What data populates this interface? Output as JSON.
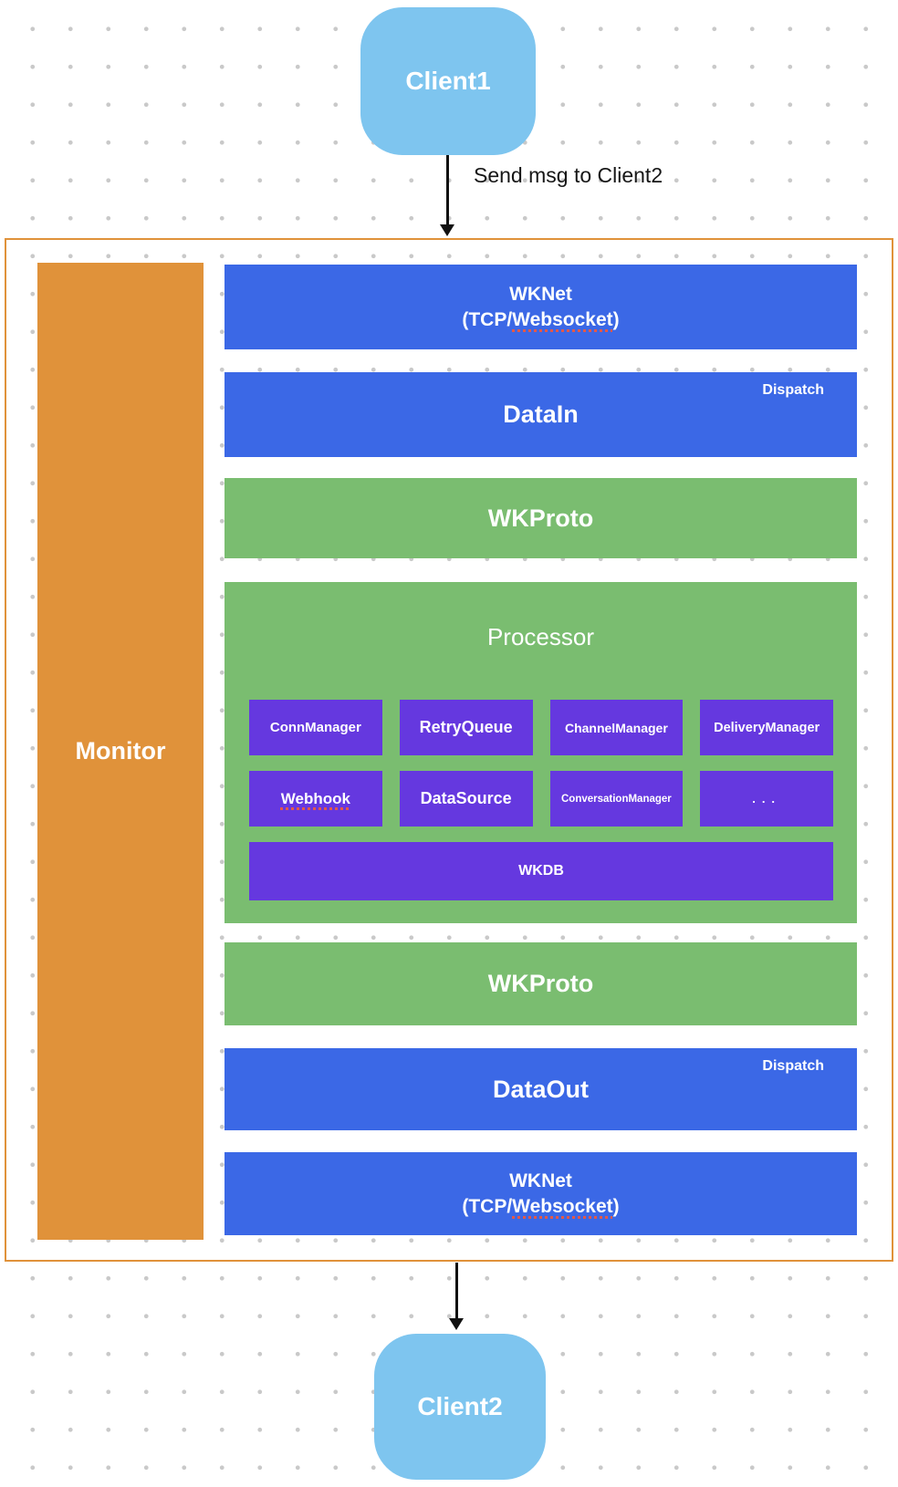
{
  "colors": {
    "bar_blue": "#3b68e6",
    "bar_green": "#7abd70",
    "module_purple": "#6538df",
    "monitor_orange": "#e0923a",
    "frame_orange": "#e0923a",
    "client_blue": "#7ec5ef",
    "grid_dot_gray": "#c9c9c9",
    "arrow_black": "#111111",
    "spellcheck_red": "#e2584a",
    "text_white": "#ffffff"
  },
  "client1": {
    "label": "Client1"
  },
  "client2": {
    "label": "Client2"
  },
  "edge_top": {
    "label": "Send msg to Client2"
  },
  "monitor": {
    "label": "Monitor"
  },
  "layers": {
    "wknet_top": {
      "line1": "WKNet",
      "paren_open": "(TCP/",
      "underlined": "Websocket",
      "paren_close": ")"
    },
    "datain": {
      "label": "DataIn",
      "badge": "Dispatch"
    },
    "wkproto_top": {
      "label": "WKProto"
    },
    "processor": {
      "title": "Processor",
      "modules": [
        {
          "label": "ConnManager"
        },
        {
          "label": "RetryQueue"
        },
        {
          "label": "ChannelManager"
        },
        {
          "label": "DeliveryManager"
        },
        {
          "label": "Webhook"
        },
        {
          "label": "DataSource"
        },
        {
          "label": "ConversationManager"
        },
        {
          "label": "..."
        }
      ],
      "db": {
        "label": "WKDB"
      }
    },
    "wkproto_bottom": {
      "label": "WKProto"
    },
    "dataout": {
      "label": "DataOut",
      "badge": "Dispatch"
    },
    "wknet_bottom": {
      "line1": "WKNet",
      "paren_open": "(TCP/",
      "underlined": "Websocket",
      "paren_close": ")"
    }
  }
}
